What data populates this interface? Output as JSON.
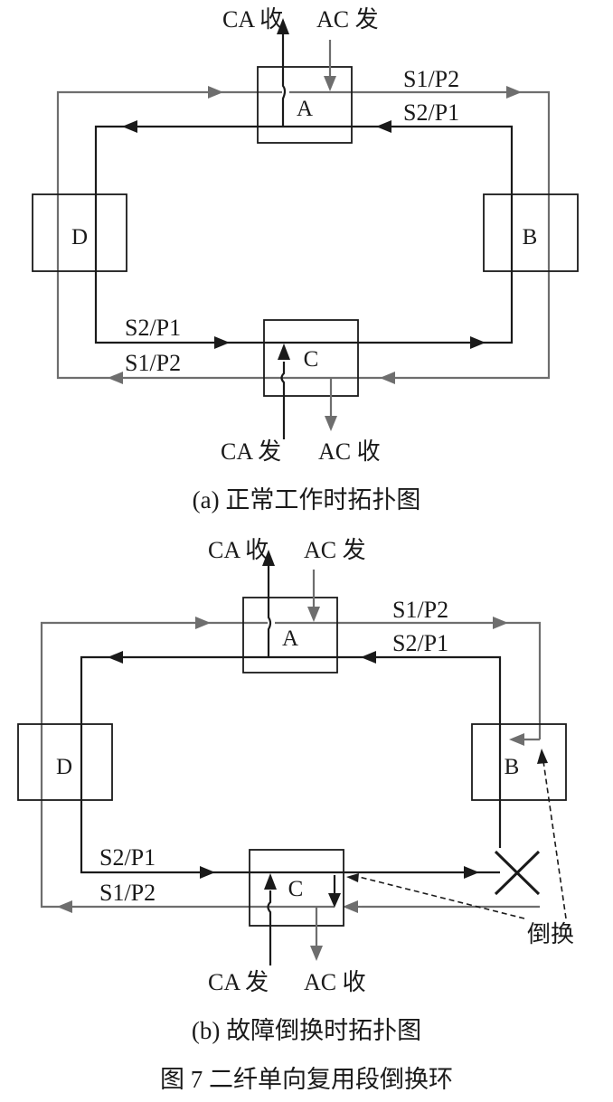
{
  "panel_a": {
    "top_labels": {
      "left": "CA 收",
      "right": "AC 发"
    },
    "bottom_labels": {
      "left": "CA 发",
      "right": "AC 收"
    },
    "nodes": {
      "a": "A",
      "b": "B",
      "c": "C",
      "d": "D"
    },
    "top_right_outer": "S1/P2",
    "top_right_inner": "S2/P1",
    "bottom_left_inner": "S2/P1",
    "bottom_left_outer": "S1/P2",
    "caption": "(a) 正常工作时拓扑图"
  },
  "panel_b": {
    "top_labels": {
      "left": "CA 收",
      "right": "AC 发"
    },
    "bottom_labels": {
      "left": "CA 发",
      "right": "AC 收"
    },
    "nodes": {
      "a": "A",
      "b": "B",
      "c": "C",
      "d": "D"
    },
    "top_right_outer": "S1/P2",
    "top_right_inner": "S2/P1",
    "bottom_left_inner": "S2/P1",
    "bottom_left_outer": "S1/P2",
    "switch_label": "倒换",
    "caption": "(b) 故障倒换时拓扑图"
  },
  "figure_caption": "图 7  二纤单向复用段倒换环",
  "colors": {
    "working_fiber": "#1a1a1a",
    "protection_fiber": "#6e6e6e"
  }
}
